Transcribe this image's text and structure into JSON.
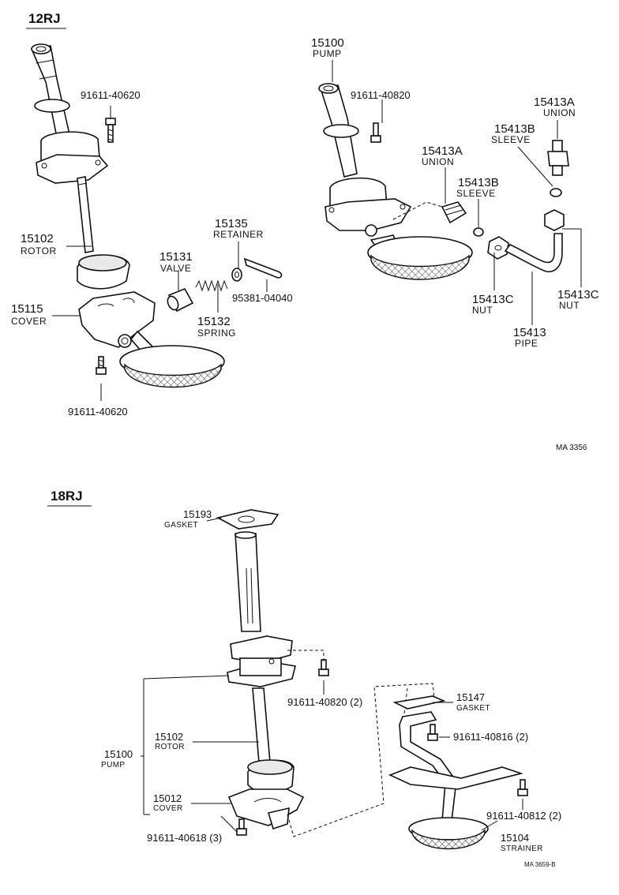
{
  "sections": {
    "top": {
      "title": "12RJ",
      "ref": "MA 3356",
      "left_callouts": {
        "bolt_upper": "91611-40620",
        "rotor_num": "15102",
        "rotor_label": "ROTOR",
        "cover_num": "15115",
        "cover_label": "COVER",
        "bolt_lower": "91611-40620",
        "valve_num": "15131",
        "valve_label": "VALVE",
        "spring_num": "15132",
        "spring_label": "SPRING",
        "retainer_num": "15135",
        "retainer_label": "RETAINER",
        "pin": "95381-04040"
      },
      "right_callouts": {
        "pump_num": "15100",
        "pump_label": "PUMP",
        "bolt": "91611-40820",
        "union1_num": "15413A",
        "union1_label": "UNION",
        "sleeve1_num": "15413B",
        "sleeve1_label": "SLEEVE",
        "union2_num": "15413A",
        "union2_label": "UNION",
        "sleeve2_num": "15413B",
        "sleeve2_label": "SLEEVE",
        "nut1_num": "15413C",
        "nut1_label": "NUT",
        "nut2_num": "15413C",
        "nut2_label": "NUT",
        "pipe_num": "15413",
        "pipe_label": "PIPE"
      }
    },
    "bottom": {
      "title": "18RJ",
      "ref": "MA 3659-B",
      "callouts": {
        "gasket_top_num": "15193",
        "gasket_top_label": "GASKET",
        "bolt_a": "91611-40820 (2)",
        "gasket_num": "15147",
        "gasket_label": "GASKET",
        "bolt_b": "91611-40816 (2)",
        "pump_num": "15100",
        "pump_label": "PUMP",
        "rotor_num": "15102",
        "rotor_label": "ROTOR",
        "cover_num": "15012",
        "cover_label": "COVER",
        "bolt_c": "91611-40618 (3)",
        "bolt_d": "91611-40812 (2)",
        "strainer_num": "15104",
        "strainer_label": "STRAINER"
      }
    }
  }
}
